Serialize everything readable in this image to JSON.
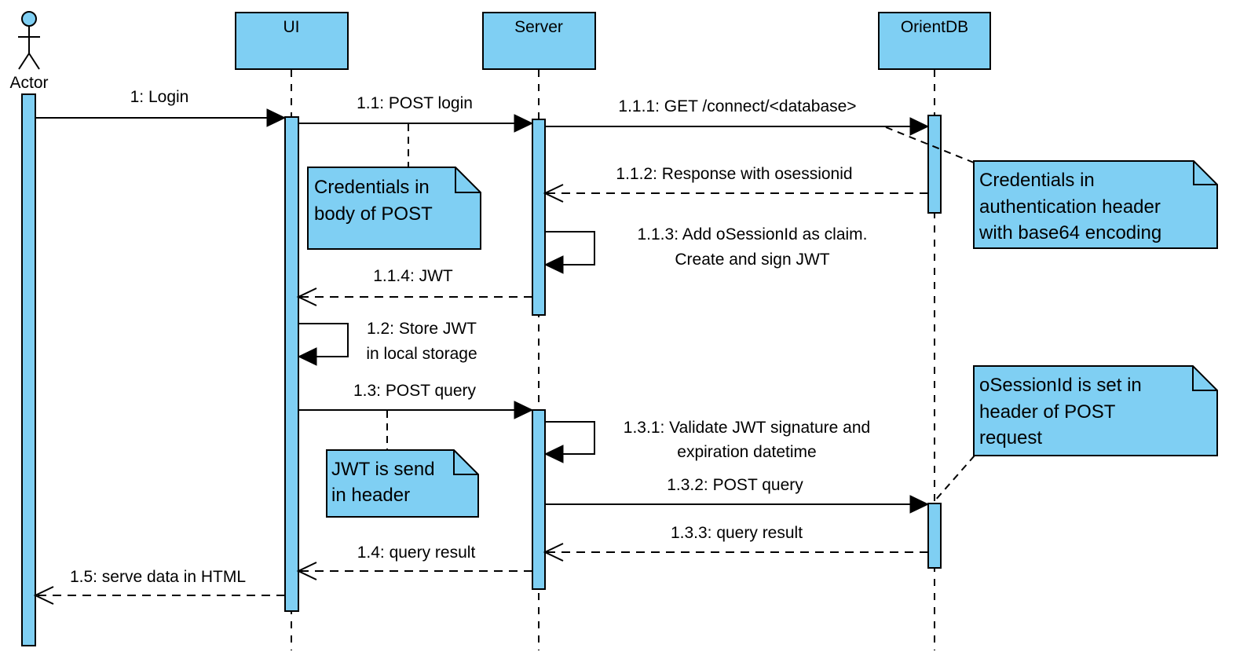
{
  "diagram": {
    "type": "sequence",
    "colors": {
      "fill": "#7fcff3",
      "line": "#000000",
      "background": "#ffffff"
    },
    "actor": {
      "label": "Actor"
    },
    "participants": [
      {
        "id": "ui",
        "label": "UI"
      },
      {
        "id": "server",
        "label": "Server"
      },
      {
        "id": "orientdb",
        "label": "OrientDB"
      }
    ],
    "messages": [
      {
        "id": "m1",
        "label": "1: Login",
        "kind": "sync"
      },
      {
        "id": "m1_1",
        "label": "1.1: POST login",
        "kind": "sync"
      },
      {
        "id": "m1_1_1",
        "label": "1.1.1: GET /connect/<database>",
        "kind": "sync"
      },
      {
        "id": "m1_1_2",
        "label": "1.1.2: Response with osessionid",
        "kind": "reply"
      },
      {
        "id": "m1_1_3",
        "lines": [
          "1.1.3: Add oSessionId as claim.",
          "Create and sign JWT"
        ],
        "kind": "self"
      },
      {
        "id": "m1_1_4",
        "label": "1.1.4: JWT",
        "kind": "reply"
      },
      {
        "id": "m1_2",
        "lines": [
          "1.2: Store JWT",
          "in local storage"
        ],
        "kind": "self"
      },
      {
        "id": "m1_3",
        "label": "1.3: POST query",
        "kind": "sync"
      },
      {
        "id": "m1_3_1",
        "lines": [
          "1.3.1: Validate JWT signature and",
          "expiration datetime"
        ],
        "kind": "self"
      },
      {
        "id": "m1_3_2",
        "label": "1.3.2: POST query",
        "kind": "sync"
      },
      {
        "id": "m1_3_3",
        "label": "1.3.3: query result",
        "kind": "reply"
      },
      {
        "id": "m1_4",
        "label": "1.4: query result",
        "kind": "reply"
      },
      {
        "id": "m1_5",
        "label": "1.5: serve data in HTML",
        "kind": "reply"
      }
    ],
    "notes": [
      {
        "id": "n1",
        "lines": [
          "Credentials in",
          "body of POST"
        ]
      },
      {
        "id": "n2",
        "lines": [
          "Credentials in",
          "authentication header",
          "with base64 encoding"
        ]
      },
      {
        "id": "n3",
        "lines": [
          "JWT is send",
          "in header"
        ]
      },
      {
        "id": "n4",
        "lines": [
          "oSessionId is set in",
          "header of POST",
          "request"
        ]
      }
    ]
  }
}
